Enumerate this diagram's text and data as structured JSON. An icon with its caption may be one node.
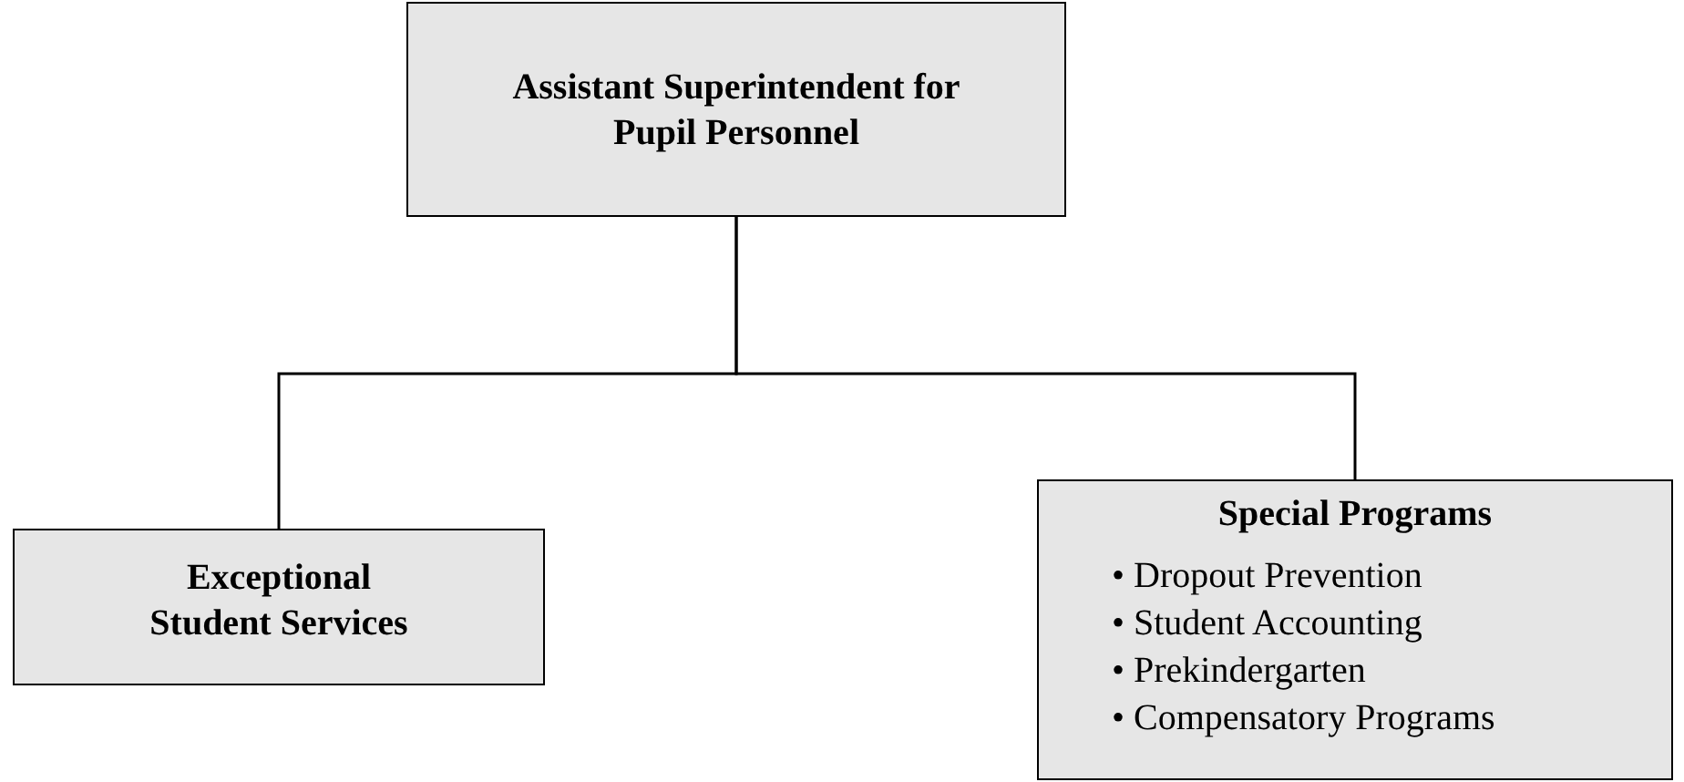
{
  "diagram": {
    "nodes": [
      {
        "text": [
          "Assistant Superintendent for Pupil Personnel"
        ]
      },
      {
        "text": [
          "Exceptional Student Services"
        ]
      },
      {
        "text": [
          "Special Programs",
          "• Dropout Prevention",
          "• Student Accounting",
          "• Prekindergarten",
          "• Compensatory Programs"
        ]
      }
    ],
    "edges": [
      {
        "from": 0,
        "to": 1,
        "arrow": "none"
      },
      {
        "from": 0,
        "to": 2,
        "arrow": "none"
      }
    ]
  }
}
